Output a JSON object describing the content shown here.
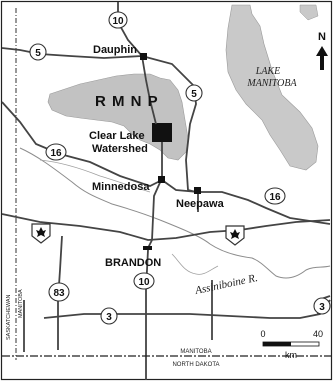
{
  "map": {
    "park_label": "R M N P",
    "lake_label_line1": "LAKE",
    "lake_label_line2": "MANITOBA",
    "river_label": "Assiniboine  R.",
    "north_arrow_label": "N",
    "scale": {
      "zero": "0",
      "max": "40",
      "unit": "km"
    },
    "border_labels": {
      "west_line1": "SASKATCHEWAN",
      "west_line2": "MANITOBA",
      "south_top": "MANITOBA",
      "south_bottom": "NORTH DAKOTA"
    },
    "places": [
      {
        "id": "dauphin",
        "label": "Dauphin"
      },
      {
        "id": "clear-lake",
        "label_line1": "Clear Lake",
        "label_line2": "Watershed"
      },
      {
        "id": "minnedosa",
        "label": "Minnedosa"
      },
      {
        "id": "neepawa",
        "label": "Neepawa"
      },
      {
        "id": "brandon",
        "label": "BRANDON"
      }
    ],
    "highway_shields": [
      {
        "id": "hwy-10-north",
        "number": "10"
      },
      {
        "id": "hwy-5-west",
        "number": "5"
      },
      {
        "id": "hwy-5-east",
        "number": "5"
      },
      {
        "id": "hwy-16-west",
        "number": "16"
      },
      {
        "id": "hwy-16-east",
        "number": "16"
      },
      {
        "id": "hwy-83",
        "number": "83"
      },
      {
        "id": "hwy-10-south",
        "number": "10"
      },
      {
        "id": "hwy-3-west",
        "number": "3"
      },
      {
        "id": "hwy-3-east",
        "number": "3"
      }
    ],
    "colors": {
      "water": "#c9c9c9",
      "park": "#c2c2c2",
      "road": "#444444",
      "river": "#8c8c8c",
      "shield_fill": "#ffffff",
      "text": "#111111"
    }
  }
}
